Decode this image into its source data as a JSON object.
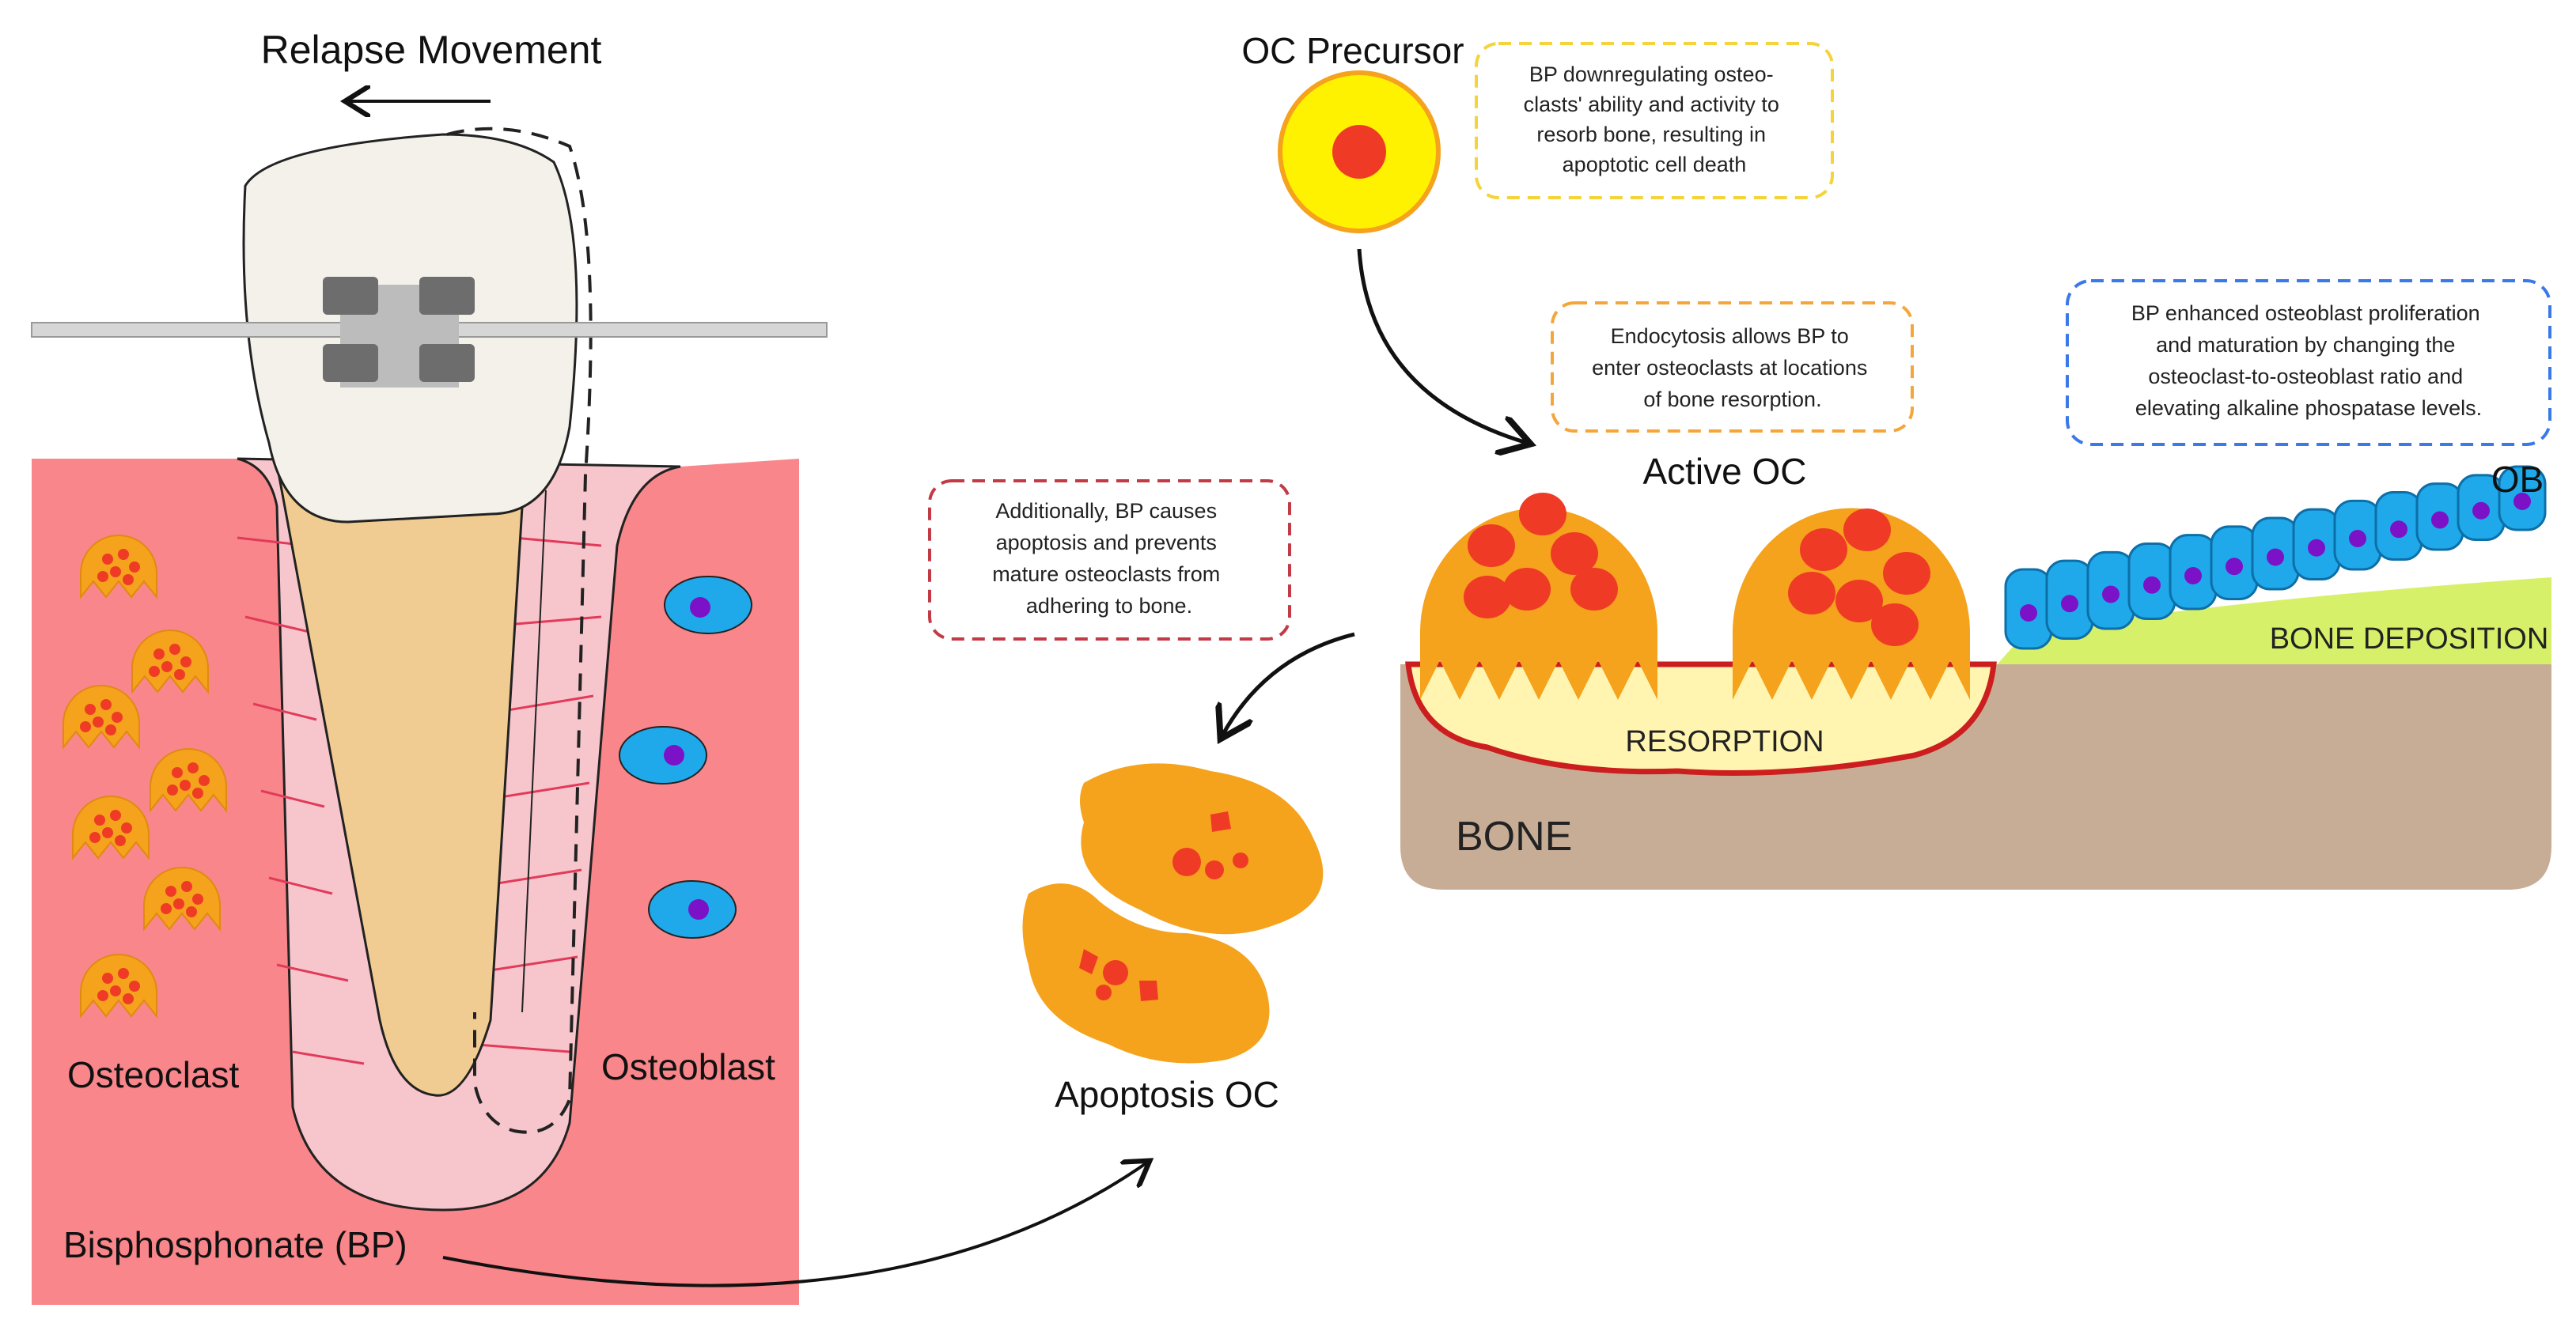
{
  "labels": {
    "relapse_movement": "Relapse Movement",
    "osteoclast": "Osteoclast",
    "osteoblast": "Osteoblast",
    "bisphosphonate": "Bisphosphonate (BP)",
    "oc_precursor": "OC Precursor",
    "active_oc": "Active OC",
    "ob": "OB",
    "bone": "BONE",
    "resorption": "RESORPTION",
    "bone_deposition": "BONE DEPOSITION",
    "apoptosis_oc": "Apoptosis OC"
  },
  "notes": {
    "precursor_note": [
      "BP downregulating osteo-",
      "clasts' ability and activity to",
      "resorb bone, resulting in",
      "apoptotic cell death"
    ],
    "endocytosis_note": [
      "Endocytosis allows BP to",
      "enter osteoclasts at locations",
      "of bone resorption."
    ],
    "osteoblast_note": [
      "BP enhanced osteoblast proliferation",
      "and maturation by changing the",
      "osteoclast-to-osteoblast ratio and",
      "elevating alkaline phospatase levels."
    ],
    "apoptosis_note": [
      "Additionally, BP causes",
      "apoptosis and prevents",
      "mature osteoclasts from",
      "adhering to bone."
    ]
  },
  "colors": {
    "gum": "#f9868a",
    "pdl": "#f7c6cc",
    "root": "#f0cc92",
    "crown": "#f3f1ea",
    "osteoclast": "#f5a21c",
    "osteoclast_nucleus": "#ef3b26",
    "osteoblast": "#1fa9ea",
    "osteoblast_nucleus": "#7b12c7",
    "bone": "#c8ad96",
    "resorption_pit": "#fff5b0",
    "deposition": "#d7f06a",
    "yellow_note": "#f4d43a",
    "orange_note": "#f4a63a",
    "blue_note": "#3a79e8",
    "red_note": "#c23a45"
  }
}
